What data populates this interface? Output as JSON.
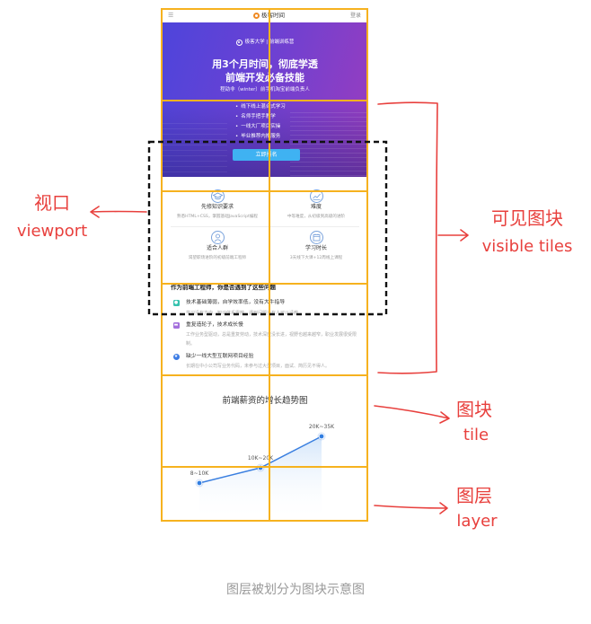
{
  "caption": "图层被划分为图块示意图",
  "annotations": {
    "viewport": {
      "zh": "视口",
      "en": "viewport"
    },
    "visible_tiles": {
      "zh": "可见图块",
      "en": "visible tiles"
    },
    "tile": {
      "zh": "图块",
      "en": "tile"
    },
    "layer": {
      "zh": "图层",
      "en": "layer"
    }
  },
  "colors": {
    "annotation": "#e8403d",
    "tile_grid": "#f6b21f",
    "viewport_border": "#111111",
    "hero_start": "#4e45db",
    "hero_end": "#9a3dbe",
    "button": "#3fb2f2",
    "chart_line": "#3a7fe0",
    "caption": "#9a9a9a"
  },
  "page": {
    "nav": {
      "menu_icon": "menu-icon",
      "logo_icon": "geektime-logo-icon",
      "logo_text": "极客时间",
      "login": "登录"
    },
    "hero": {
      "brand_icon": "geek-university-logo-icon",
      "brand": "极客大学 | 前端训练营",
      "headline_1": "用3个月时间，彻底学透",
      "headline_2": "前端开发必备技能",
      "instructor": "程劭非（winter）前手机淘宝前端负责人",
      "bullets": [
        "线下线上混合式学习",
        "名师手把手教学",
        "一线大厂项目实操",
        "毕业推荐内推服务"
      ],
      "cta": "立即报名"
    },
    "features": [
      {
        "icon": "graduation-cap-icon",
        "title": "先修知识要求",
        "desc": "熟悉HTML+CSS，掌握基础JavaScript编程"
      },
      {
        "icon": "difficulty-chart-icon",
        "title": "难度",
        "desc": "中等难度，从初级到高级的进阶"
      },
      {
        "icon": "audience-icon",
        "title": "适合人群",
        "desc": "渴望职场进阶的初级前端工程师"
      },
      {
        "icon": "calendar-icon",
        "title": "学习时长",
        "desc": "3天线下大课+12周线上课程"
      }
    ],
    "problems": {
      "heading": "作为前端工程师，你是否遇到了这些问题",
      "items": [
        {
          "icon": "learner-icon",
          "title": "技术基础薄弱，自学效率低，没有大牛指导",
          "desc": "学习没有方向，知识体系零散，遇到问题没有人可以请教"
        },
        {
          "icon": "folder-icon",
          "title": "重复造轮子，技术成长慢",
          "desc": "工作业务型驱动，总是重复劳动，技术深度没长进，视野也越来越窄，职业发展很受限制。"
        },
        {
          "icon": "star-icon",
          "title": "缺少一线大型互联网项目经验",
          "desc": "长期在中小公司写业务代码，未参与过大型项目，面试、简历见不得人。"
        }
      ]
    }
  },
  "chart_data": {
    "type": "line",
    "title": "前端薪资的增长趋势图",
    "data_labels": [
      "8~10K",
      "10K~20K",
      "20K~35K"
    ],
    "area_fill": true,
    "grid": false,
    "legend": "none"
  }
}
